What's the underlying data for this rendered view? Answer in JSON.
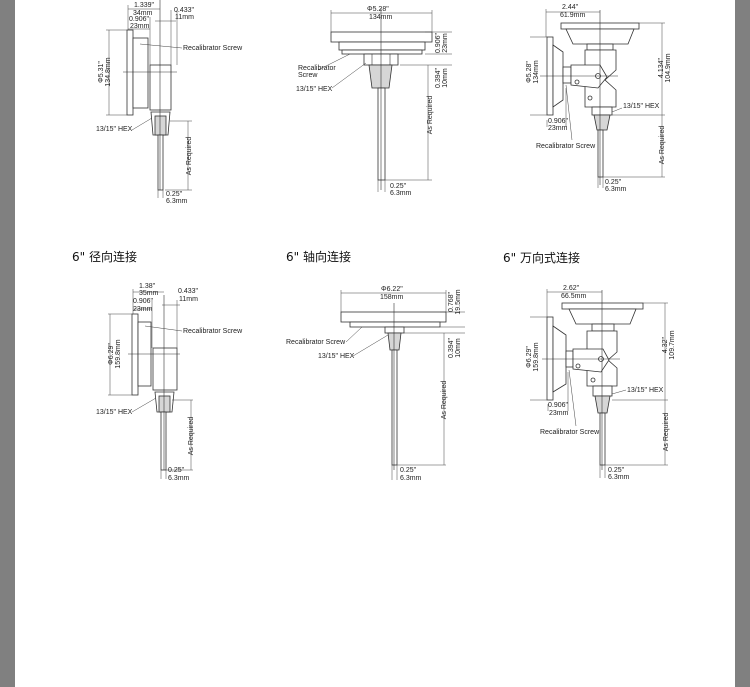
{
  "titles": [
    "6\" 径向连接",
    "6\" 轴向连接",
    "6\" 万向式连接"
  ],
  "common": {
    "recal": "Recalibrator Screw",
    "recal_1": "Recalibrator",
    "recal_2": "Screw",
    "hex": "13/15\" HEX",
    "as_required": "As Required",
    "stem_in": "0.25\"",
    "stem_mm": "6.3mm"
  },
  "d1": {
    "w_in": "1.339\"",
    "w_mm": "34mm",
    "off_in": "0.433\"",
    "off_mm": "11mm",
    "case_in": "0.906\"",
    "case_mm": "23mm",
    "dia_in": "Φ5.31\"",
    "dia_mm": "134.8mm"
  },
  "d2": {
    "dia_in": "Φ5.28\"",
    "dia_mm": "134mm",
    "case_in": "0.906\"",
    "case_mm": "23mm",
    "hex_in": "0.394\"",
    "hex_mm": "10mm"
  },
  "d3": {
    "w_in": "2.44\"",
    "w_mm": "61.9mm",
    "dia_in": "Φ5.28\"",
    "dia_mm": "134mm",
    "h_in": "4.134\"",
    "h_mm": "104.9mm",
    "case_in": "0.906\"",
    "case_mm": "23mm"
  },
  "d4": {
    "w_in": "1.38\"",
    "w_mm": "35mm",
    "off_in": "0.433\"",
    "off_mm": "11mm",
    "case_in": "0.906\"",
    "case_mm": "23mm",
    "dia_in": "Φ6.29\"",
    "dia_mm": "159.8mm"
  },
  "d5": {
    "dia_in": "Φ6.22\"",
    "dia_mm": "158mm",
    "case_in": "0.768\"",
    "case_mm": "19.5mm",
    "hex_in": "0.394\"",
    "hex_mm": "10mm"
  },
  "d6": {
    "w_in": "2.62\"",
    "w_mm": "66.5mm",
    "dia_in": "Φ6.29\"",
    "dia_mm": "159.8mm",
    "h_in": "4.32\"",
    "h_mm": "109.7mm",
    "case_in": "0.906\"",
    "case_mm": "23mm"
  }
}
